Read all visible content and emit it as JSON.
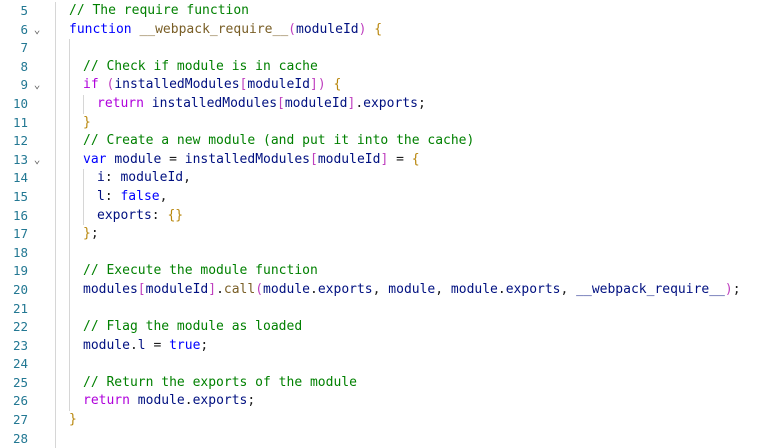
{
  "editor": {
    "background": "#ffffff",
    "line_number_color": "#237893",
    "indent_guide_color": "#d6d6d6",
    "fold_icon": "⌄",
    "fold_icon_color": "#616161",
    "token_colors": {
      "comment": "#008000",
      "keyword": "#0000ff",
      "control": "#af00db",
      "function": "#795e26",
      "variable": "#001080",
      "plain": "#1b1b1b",
      "brace": "#b8860b",
      "bracket": "#bf40bf"
    },
    "lines": [
      {
        "n": "5",
        "fold": false,
        "ind": 1,
        "tok": [
          [
            "comment",
            "// The require function"
          ]
        ]
      },
      {
        "n": "6",
        "fold": true,
        "ind": 1,
        "tok": [
          [
            "keyword",
            "function"
          ],
          [
            "plain",
            " "
          ],
          [
            "function",
            "__webpack_require__"
          ],
          [
            "bracket",
            "("
          ],
          [
            "variable",
            "moduleId"
          ],
          [
            "bracket",
            ")"
          ],
          [
            "plain",
            " "
          ],
          [
            "brace",
            "{"
          ]
        ]
      },
      {
        "n": "7",
        "fold": false,
        "ind": 2,
        "tok": []
      },
      {
        "n": "8",
        "fold": false,
        "ind": 2,
        "tok": [
          [
            "comment",
            "// Check if module is in cache"
          ]
        ]
      },
      {
        "n": "9",
        "fold": true,
        "ind": 2,
        "tok": [
          [
            "control",
            "if"
          ],
          [
            "plain",
            " "
          ],
          [
            "bracket",
            "("
          ],
          [
            "variable",
            "installedModules"
          ],
          [
            "bracket",
            "["
          ],
          [
            "variable",
            "moduleId"
          ],
          [
            "bracket",
            "]"
          ],
          [
            "bracket",
            ")"
          ],
          [
            "plain",
            " "
          ],
          [
            "brace",
            "{"
          ]
        ]
      },
      {
        "n": "10",
        "fold": false,
        "ind": 3,
        "tok": [
          [
            "control",
            "return"
          ],
          [
            "plain",
            " "
          ],
          [
            "variable",
            "installedModules"
          ],
          [
            "bracket",
            "["
          ],
          [
            "variable",
            "moduleId"
          ],
          [
            "bracket",
            "]"
          ],
          [
            "plain",
            "."
          ],
          [
            "variable",
            "exports"
          ],
          [
            "plain",
            ";"
          ]
        ]
      },
      {
        "n": "11",
        "fold": false,
        "ind": 2,
        "tok": [
          [
            "brace",
            "}"
          ]
        ]
      },
      {
        "n": "12",
        "fold": false,
        "ind": 2,
        "tok": [
          [
            "comment",
            "// Create a new module (and put it into the cache)"
          ]
        ]
      },
      {
        "n": "13",
        "fold": true,
        "ind": 2,
        "tok": [
          [
            "keyword",
            "var"
          ],
          [
            "plain",
            " "
          ],
          [
            "variable",
            "module"
          ],
          [
            "plain",
            " = "
          ],
          [
            "variable",
            "installedModules"
          ],
          [
            "bracket",
            "["
          ],
          [
            "variable",
            "moduleId"
          ],
          [
            "bracket",
            "]"
          ],
          [
            "plain",
            " = "
          ],
          [
            "brace",
            "{"
          ]
        ]
      },
      {
        "n": "14",
        "fold": false,
        "ind": 3,
        "tok": [
          [
            "variable",
            "i"
          ],
          [
            "plain",
            ": "
          ],
          [
            "variable",
            "moduleId"
          ],
          [
            "plain",
            ","
          ]
        ]
      },
      {
        "n": "15",
        "fold": false,
        "ind": 3,
        "tok": [
          [
            "variable",
            "l"
          ],
          [
            "plain",
            ": "
          ],
          [
            "keyword",
            "false"
          ],
          [
            "plain",
            ","
          ]
        ]
      },
      {
        "n": "16",
        "fold": false,
        "ind": 3,
        "tok": [
          [
            "variable",
            "exports"
          ],
          [
            "plain",
            ": "
          ],
          [
            "brace",
            "{}"
          ]
        ]
      },
      {
        "n": "17",
        "fold": false,
        "ind": 2,
        "tok": [
          [
            "brace",
            "}"
          ],
          [
            "plain",
            ";"
          ]
        ]
      },
      {
        "n": "18",
        "fold": false,
        "ind": 2,
        "tok": []
      },
      {
        "n": "19",
        "fold": false,
        "ind": 2,
        "tok": [
          [
            "comment",
            "// Execute the module function"
          ]
        ]
      },
      {
        "n": "20",
        "fold": false,
        "ind": 2,
        "tok": [
          [
            "variable",
            "modules"
          ],
          [
            "bracket",
            "["
          ],
          [
            "variable",
            "moduleId"
          ],
          [
            "bracket",
            "]"
          ],
          [
            "plain",
            "."
          ],
          [
            "function",
            "call"
          ],
          [
            "bracket",
            "("
          ],
          [
            "variable",
            "module"
          ],
          [
            "plain",
            "."
          ],
          [
            "variable",
            "exports"
          ],
          [
            "plain",
            ", "
          ],
          [
            "variable",
            "module"
          ],
          [
            "plain",
            ", "
          ],
          [
            "variable",
            "module"
          ],
          [
            "plain",
            "."
          ],
          [
            "variable",
            "exports"
          ],
          [
            "plain",
            ", "
          ],
          [
            "variable",
            "__webpack_require__"
          ],
          [
            "bracket",
            ")"
          ],
          [
            "plain",
            ";"
          ]
        ]
      },
      {
        "n": "21",
        "fold": false,
        "ind": 2,
        "tok": []
      },
      {
        "n": "22",
        "fold": false,
        "ind": 2,
        "tok": [
          [
            "comment",
            "// Flag the module as loaded"
          ]
        ]
      },
      {
        "n": "23",
        "fold": false,
        "ind": 2,
        "tok": [
          [
            "variable",
            "module"
          ],
          [
            "plain",
            "."
          ],
          [
            "variable",
            "l"
          ],
          [
            "plain",
            " = "
          ],
          [
            "keyword",
            "true"
          ],
          [
            "plain",
            ";"
          ]
        ]
      },
      {
        "n": "24",
        "fold": false,
        "ind": 2,
        "tok": []
      },
      {
        "n": "25",
        "fold": false,
        "ind": 2,
        "tok": [
          [
            "comment",
            "// Return the exports of the module"
          ]
        ]
      },
      {
        "n": "26",
        "fold": false,
        "ind": 2,
        "tok": [
          [
            "control",
            "return"
          ],
          [
            "plain",
            " "
          ],
          [
            "variable",
            "module"
          ],
          [
            "plain",
            "."
          ],
          [
            "variable",
            "exports"
          ],
          [
            "plain",
            ";"
          ]
        ]
      },
      {
        "n": "27",
        "fold": false,
        "ind": 1,
        "tok": [
          [
            "brace",
            "}"
          ]
        ]
      },
      {
        "n": "28",
        "fold": false,
        "ind": 1,
        "tok": []
      }
    ]
  }
}
